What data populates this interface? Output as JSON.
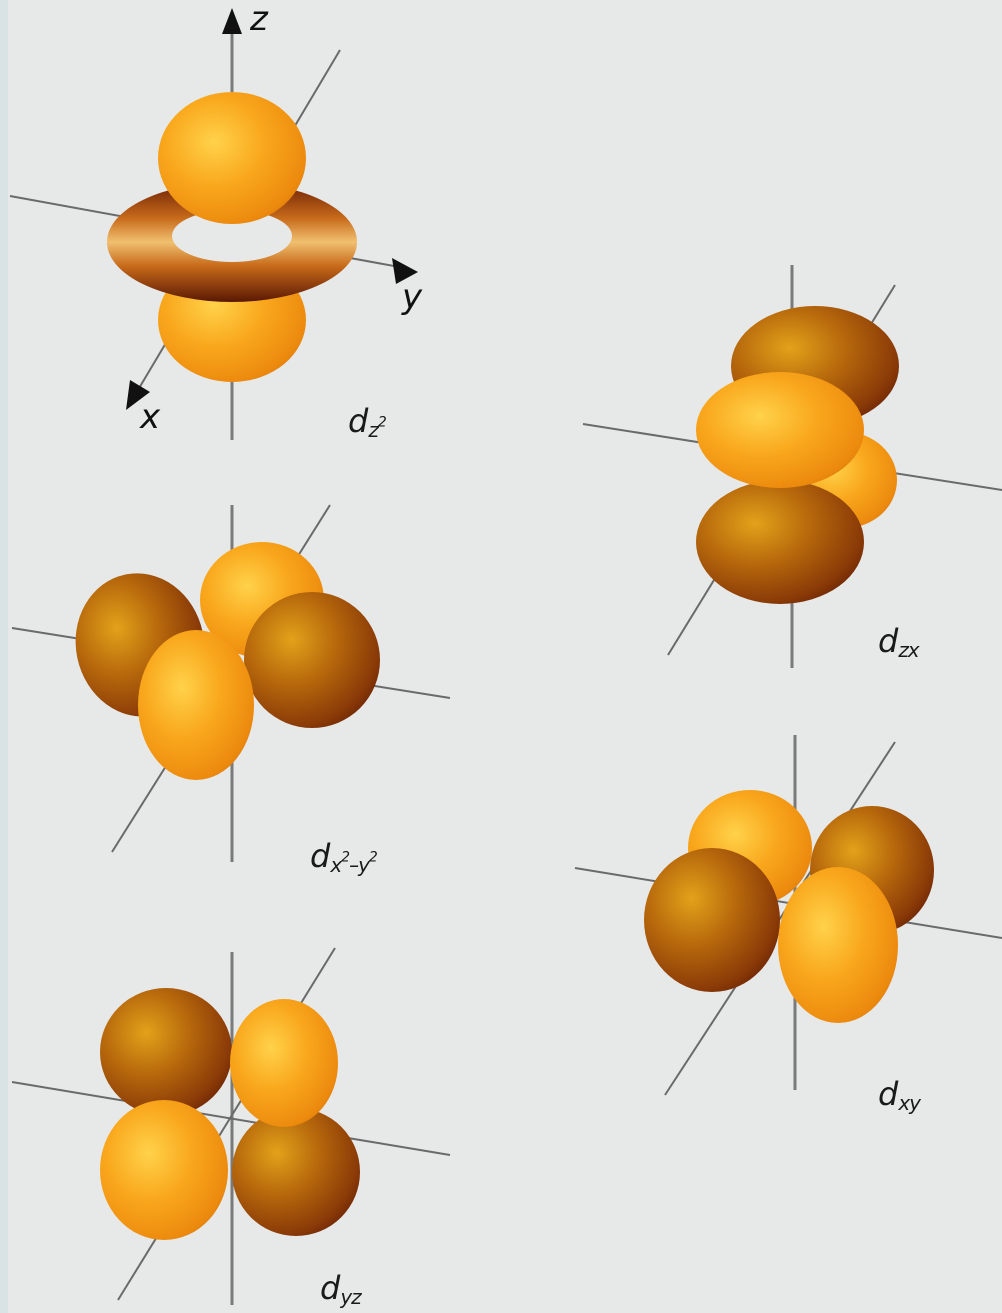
{
  "axis_labels": {
    "z": "z",
    "y": "y",
    "x": "x"
  },
  "orbitals": [
    {
      "id": "dz2",
      "main": "d",
      "sub": "z",
      "sup": "2"
    },
    {
      "id": "dx2-y2",
      "main": "d",
      "sub_a": "x",
      "sup_a": "2",
      "sub_mid": "–y",
      "sup_b": "2"
    },
    {
      "id": "dyz",
      "main": "d",
      "sub": "yz"
    },
    {
      "id": "dzx",
      "main": "d",
      "sub": "zx"
    },
    {
      "id": "dxy",
      "main": "d",
      "sub": "xy"
    }
  ],
  "colors": {
    "background": "#e7e8e8",
    "lobe_light": "#ffc23a",
    "lobe_mid": "#f08a10",
    "lobe_dark": "#7a2e05",
    "axis": "#6a6a6a"
  }
}
